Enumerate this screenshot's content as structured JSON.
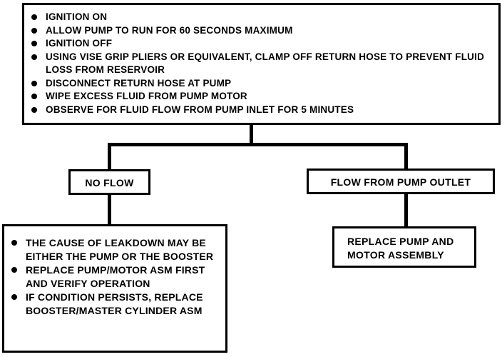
{
  "top_box": {
    "items": [
      "IGNITION ON",
      "ALLOW PUMP TO RUN FOR 60 SECONDS MAXIMUM",
      "IGNITION OFF",
      "USING VISE GRIP PLIERS OR EQUIVALENT, CLAMP OFF RETURN HOSE TO PREVENT FLUID LOSS FROM RESERVOIR",
      "DISCONNECT RETURN HOSE AT PUMP",
      "WIPE EXCESS FLUID FROM PUMP MOTOR",
      "OBSERVE FOR FLUID FLOW FROM PUMP INLET FOR 5 MINUTES"
    ]
  },
  "branches": {
    "left_label": "NO FLOW",
    "right_label": "FLOW FROM PUMP OUTLET"
  },
  "left_result": {
    "items": [
      "THE CAUSE OF LEAKDOWN MAY BE EITHER THE PUMP OR THE BOOSTER",
      "REPLACE PUMP/MOTOR ASM FIRST AND VERIFY OPERATION",
      "IF CONDITION PERSISTS, REPLACE BOOSTER/MASTER CYLINDER ASM"
    ]
  },
  "right_result": {
    "line1": "REPLACE PUMP AND",
    "line2": "MOTOR ASSEMBLY"
  }
}
